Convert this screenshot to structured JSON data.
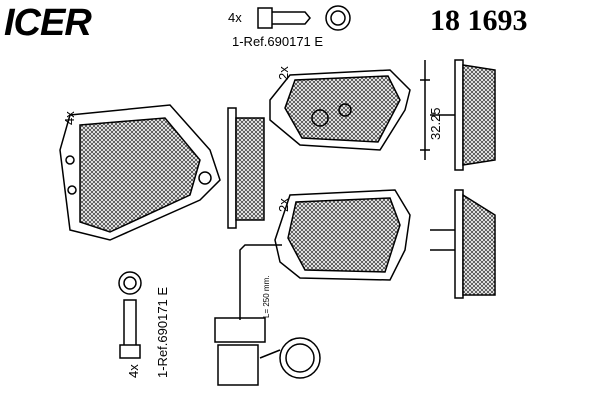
{
  "brand": "ICER",
  "part_number": "18  1693",
  "qty_bolts": "4x",
  "bolt_ref": "1-Ref.690171 E",
  "qty_pads_left": "4x",
  "qty_pad_top": "2x",
  "qty_pad_bottom": "2x",
  "dimension": "32.25",
  "wire_length": "L= 250 mm.",
  "qty_bolts_left": "4x",
  "bolt_ref_left": "1-Ref.690171 E"
}
